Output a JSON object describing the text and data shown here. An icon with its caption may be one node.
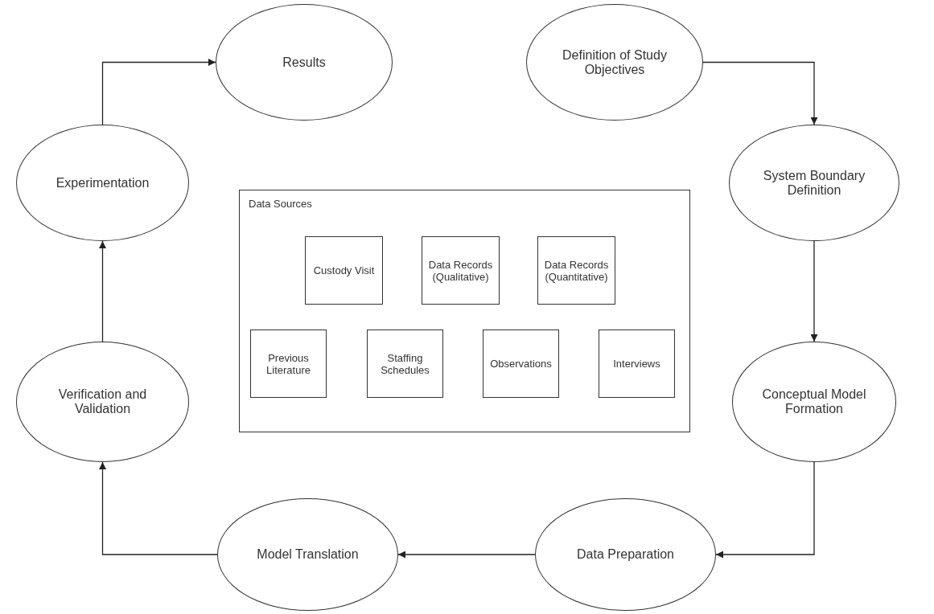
{
  "diagram": {
    "nodes": [
      {
        "text": [
          "Results"
        ]
      },
      {
        "text": [
          "Definition of Study Objectives"
        ]
      },
      {
        "text": [
          "System Boundary Definition"
        ]
      },
      {
        "text": [
          "Experimentation"
        ]
      },
      {
        "text": [
          "Data Sources"
        ]
      },
      {
        "text": [
          "Custody Visit"
        ],
        "in": 4
      },
      {
        "text": [
          "Data Records (Qualitative)"
        ],
        "in": 4
      },
      {
        "text": [
          "Data Records (Quantitative)"
        ],
        "in": 4
      },
      {
        "text": [
          "Previous Literature"
        ],
        "in": 4
      },
      {
        "text": [
          "Staffing Schedules"
        ],
        "in": 4
      },
      {
        "text": [
          "Observations"
        ],
        "in": 4
      },
      {
        "text": [
          "Interviews"
        ],
        "in": 4
      },
      {
        "text": [
          "Verification and Validation"
        ]
      },
      {
        "text": [
          "Conceptual Model Formation"
        ]
      },
      {
        "text": [
          "Model Translation"
        ]
      },
      {
        "text": [
          "Data Preparation"
        ]
      }
    ],
    "edges": [
      {
        "from": 1,
        "to": 2,
        "arrow": "to"
      },
      {
        "from": 2,
        "to": 13,
        "arrow": "to"
      },
      {
        "from": 13,
        "to": 15,
        "arrow": "to"
      },
      {
        "from": 15,
        "to": 14,
        "arrow": "to"
      },
      {
        "from": 14,
        "to": 12,
        "arrow": "to"
      },
      {
        "from": 12,
        "to": 3,
        "arrow": "to"
      },
      {
        "from": 3,
        "to": 0,
        "arrow": "to"
      }
    ]
  }
}
